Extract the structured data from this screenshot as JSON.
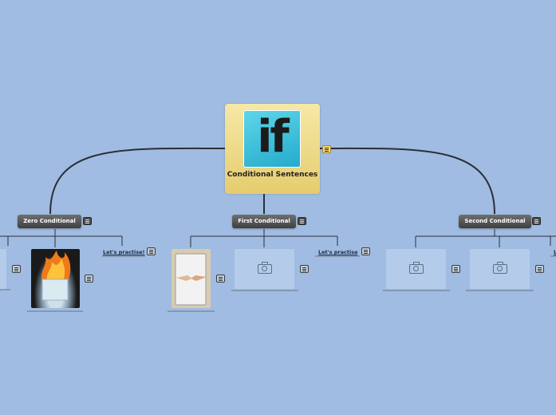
{
  "root": {
    "logo_text": "if",
    "title": "Conditional Sentences"
  },
  "branches": {
    "zero": {
      "label": "Zero Conditional",
      "link": "Let's practise!"
    },
    "first": {
      "label": "First Conditional",
      "link": "Let's practise"
    },
    "second": {
      "label": "Second Conditional",
      "link": "L"
    }
  },
  "colors": {
    "background": "#a0bce2",
    "root_fill": "#f0dc8c",
    "branch_fill": "#555555",
    "connector": "#2b2f36"
  },
  "icons": {
    "note": "note-lines-icon",
    "image_placeholder": "camera-icon"
  }
}
